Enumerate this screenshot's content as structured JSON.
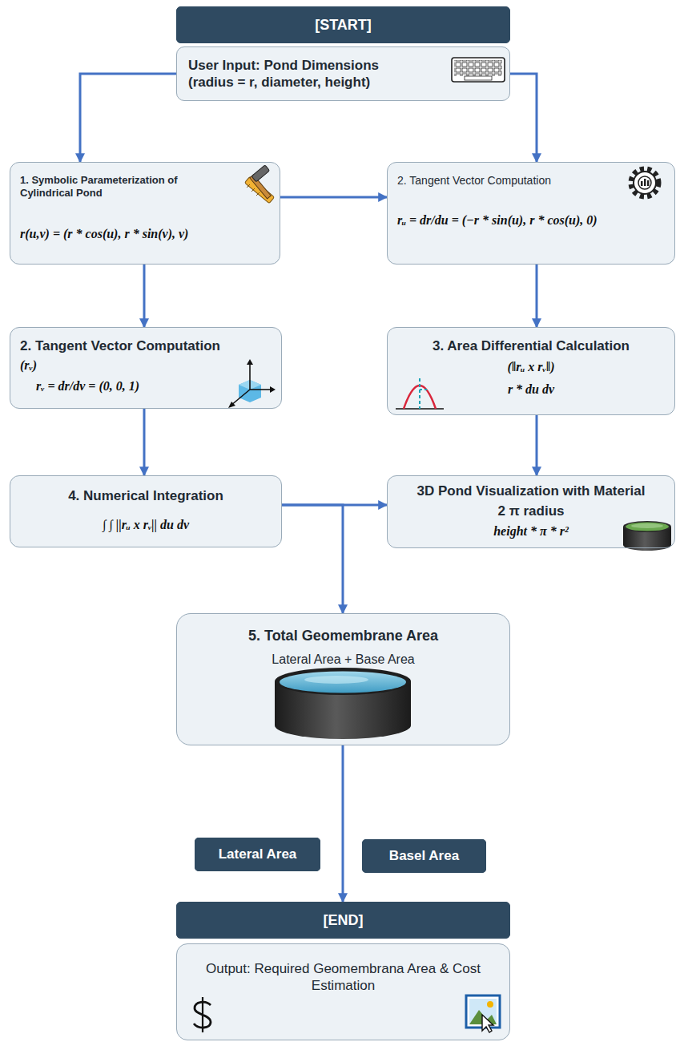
{
  "diagram": {
    "nodes": [
      {
        "text": [
          "[START]"
        ]
      },
      {
        "text": [
          "User Input: Pond Dimensions",
          "(radius = r, diameter, height)"
        ]
      },
      {
        "text": [
          "1. Symbolic Parameterization of Cylindrical Pond",
          "r(u,v) = (r * cos(u), r * sin(v), v)"
        ]
      },
      {
        "text": [
          "2. Tangent Vector Computation",
          "rᵤ = dr/du = (−r * sin(u), r * cos(u), 0)"
        ]
      },
      {
        "text": [
          "2. Tangent Vector Computation",
          "(rᵥ)",
          "rᵥ = dr/dv = (0, 0, 1)"
        ]
      },
      {
        "text": [
          "3. Area Differential Calculation",
          "(‖rᵤ x rᵥ‖)",
          "r * du dv"
        ]
      },
      {
        "text": [
          "4. Numerical Integration",
          "∫ ∫ ||rᵤ x rᵥ|| du dv"
        ]
      },
      {
        "text": [
          "3D Pond Visualization with Material",
          "2 π radius",
          "height * π * r²"
        ]
      },
      {
        "text": [
          "5. Total Geomembrane Area",
          "Lateral Area + Base Area"
        ]
      },
      {
        "text": [
          "Lateral Area"
        ]
      },
      {
        "text": [
          "Basel Area"
        ]
      },
      {
        "text": [
          "[END]"
        ]
      },
      {
        "text": [
          "Output: Required Geomembrana Area & Cost Estimation"
        ]
      }
    ],
    "edges": [
      {
        "from": 1,
        "to": 2,
        "arrow": "to"
      },
      {
        "from": 1,
        "to": 3,
        "arrow": "to"
      },
      {
        "from": 2,
        "to": 3,
        "arrow": "to"
      },
      {
        "from": 2,
        "to": 4,
        "arrow": "to"
      },
      {
        "from": 3,
        "to": 5,
        "arrow": "to"
      },
      {
        "from": 4,
        "to": 6,
        "arrow": "to"
      },
      {
        "from": 5,
        "to": 7,
        "arrow": "to"
      },
      {
        "from": 6,
        "to": 7,
        "arrow": "to"
      },
      {
        "from": 6,
        "to": 8,
        "arrow": "to"
      },
      {
        "from": 8,
        "to": 11,
        "arrow": "to"
      }
    ]
  }
}
